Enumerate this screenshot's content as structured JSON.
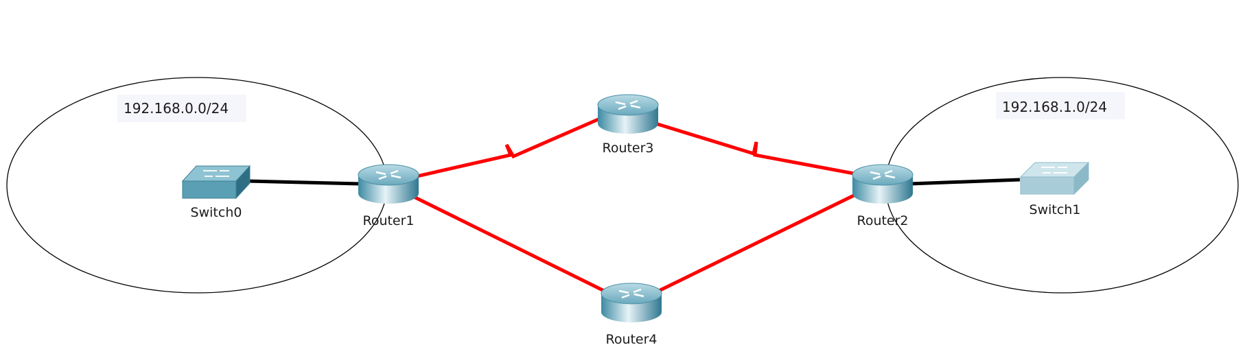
{
  "colors": {
    "serial_link": "#ff0000",
    "ethernet_link": "#000000",
    "note_background": "#f5f5fc",
    "network_outline": "#000000",
    "router_body": "#4f9bb3",
    "switch0_body": "#5a9fb4",
    "switch1_body": "#a9cdd8"
  },
  "networks": [
    {
      "id": "net-left",
      "label": "192.168.0.0/24"
    },
    {
      "id": "net-right",
      "label": "192.168.1.0/24"
    }
  ],
  "nodes": [
    {
      "id": "switch0",
      "type": "switch",
      "label": "Switch0",
      "icon": "switch-icon"
    },
    {
      "id": "router1",
      "type": "router",
      "label": "Router1",
      "icon": "router-icon"
    },
    {
      "id": "router3",
      "type": "router",
      "label": "Router3",
      "icon": "router-icon"
    },
    {
      "id": "router4",
      "type": "router",
      "label": "Router4",
      "icon": "router-icon"
    },
    {
      "id": "router2",
      "type": "router",
      "label": "Router2",
      "icon": "router-icon"
    },
    {
      "id": "switch1",
      "type": "switch",
      "label": "Switch1",
      "icon": "switch-icon"
    }
  ],
  "links": [
    {
      "from": "switch0",
      "to": "router1",
      "kind": "ethernet"
    },
    {
      "from": "router1",
      "to": "router3",
      "kind": "serial"
    },
    {
      "from": "router3",
      "to": "router2",
      "kind": "serial"
    },
    {
      "from": "router1",
      "to": "router4",
      "kind": "ethernet-red"
    },
    {
      "from": "router4",
      "to": "router2",
      "kind": "ethernet-red"
    },
    {
      "from": "router2",
      "to": "switch1",
      "kind": "ethernet"
    }
  ]
}
